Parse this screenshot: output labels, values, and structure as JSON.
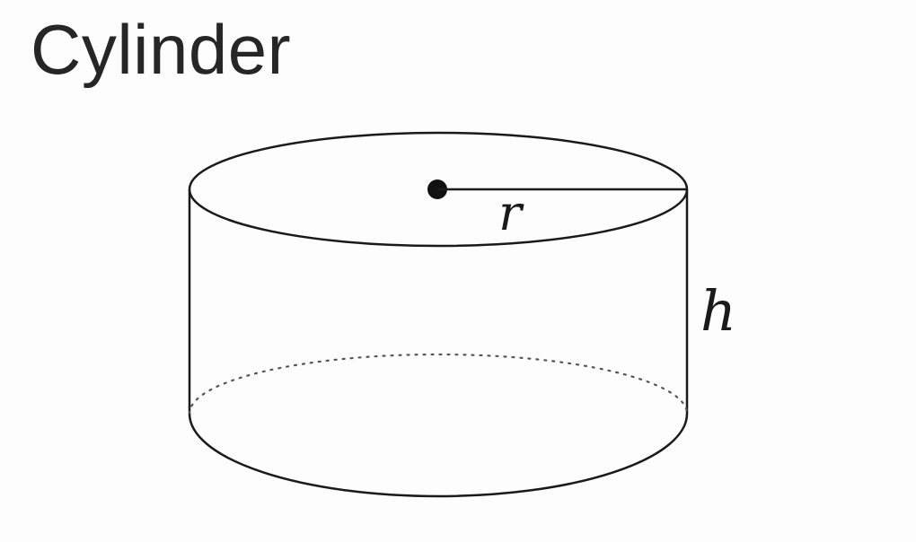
{
  "title": "Cylinder",
  "labels": {
    "radius": "r",
    "height": "h"
  },
  "colors": {
    "stroke": "#1a1a1a",
    "hidden_edge": "#555555",
    "title": "#262626",
    "background": "#fdfdfd"
  }
}
